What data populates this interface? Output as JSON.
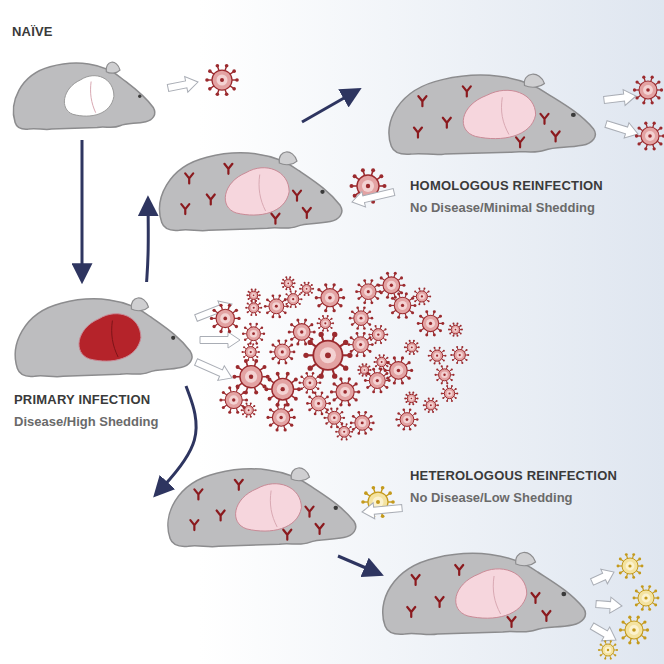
{
  "diagram": {
    "nodes": [
      {
        "text": [
          "NAÏVE"
        ]
      },
      {
        "text": [
          "PRIMARY INFECTION",
          "Disease/High Shedding"
        ]
      },
      {
        "text": [
          "HOMOLOGOUS REINFECTION",
          "No Disease/Minimal Shedding"
        ]
      },
      {
        "text": [
          "HETEROLOGOUS REINFECTION",
          "No Disease/Low Shedding"
        ]
      }
    ],
    "edges": [
      {
        "from": 0,
        "to": 1,
        "arrow": "to"
      },
      {
        "from": 1,
        "to": 2,
        "arrow": "to"
      },
      {
        "from": 1,
        "to": 3,
        "arrow": "to"
      }
    ]
  }
}
